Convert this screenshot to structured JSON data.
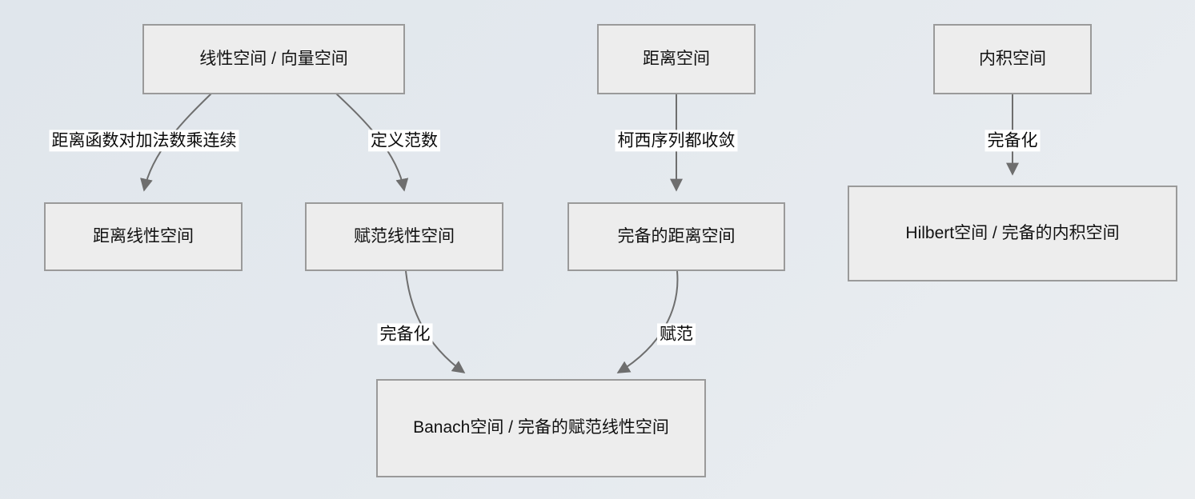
{
  "diagram": {
    "type": "flowchart",
    "direction": "top-down",
    "background_colors": [
      "#e0e6ec",
      "#ebeef1"
    ],
    "node_fill": "#ededed",
    "node_border": "#9a9a9a",
    "edge_color": "#6e6e6e",
    "label_background": "#ffffff",
    "nodes": [
      {
        "id": "linear-space",
        "label": "线性空间 / 向量空间"
      },
      {
        "id": "metric-space",
        "label": "距离空间"
      },
      {
        "id": "inner-product-space",
        "label": "内积空间"
      },
      {
        "id": "metric-linear-space",
        "label": "距离线性空间"
      },
      {
        "id": "normed-linear-space",
        "label": "赋范线性空间"
      },
      {
        "id": "complete-metric-space",
        "label": "完备的距离空间"
      },
      {
        "id": "hilbert-space",
        "label": "Hilbert空间 / 完备的内积空间"
      },
      {
        "id": "banach-space",
        "label": "Banach空间 / 完备的赋范线性空间"
      }
    ],
    "edges": [
      {
        "id": "e1",
        "from": "linear-space",
        "to": "metric-linear-space",
        "label": "距离函数对加法数乘连续"
      },
      {
        "id": "e2",
        "from": "linear-space",
        "to": "normed-linear-space",
        "label": "定义范数"
      },
      {
        "id": "e3",
        "from": "metric-space",
        "to": "complete-metric-space",
        "label": "柯西序列都收敛"
      },
      {
        "id": "e4",
        "from": "inner-product-space",
        "to": "hilbert-space",
        "label": "完备化"
      },
      {
        "id": "e5",
        "from": "normed-linear-space",
        "to": "banach-space",
        "label": "完备化"
      },
      {
        "id": "e6",
        "from": "complete-metric-space",
        "to": "banach-space",
        "label": "赋范"
      }
    ]
  }
}
